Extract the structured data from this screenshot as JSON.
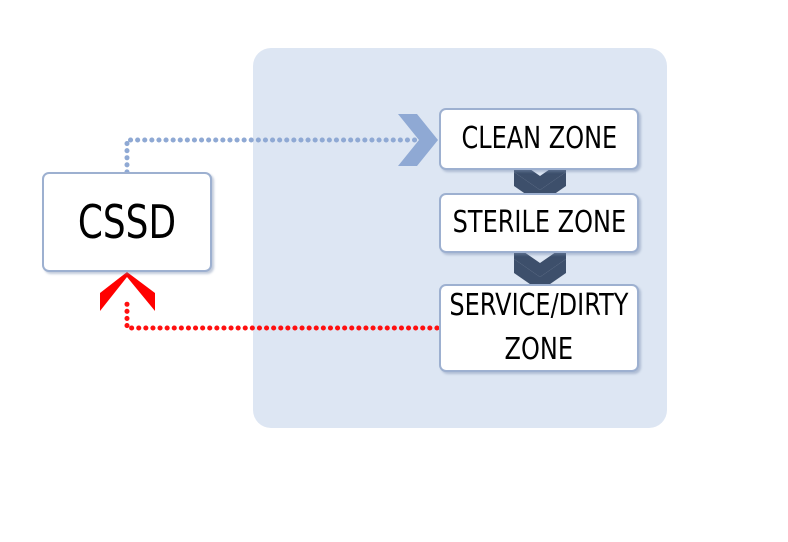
{
  "diagram": {
    "source_box": {
      "label": "CSSD"
    },
    "zones": [
      {
        "label": "CLEAN ZONE"
      },
      {
        "label": "STERILE ZONE"
      },
      {
        "label_line1": "SERVICE/DIRTY",
        "label_line2": "ZONE"
      }
    ],
    "colors": {
      "panel_background": "#dde6f3",
      "box_border": "#9db0d0",
      "outbound_arrow": "#8fa9d4",
      "return_arrow": "#ff0000",
      "flow_chevron": "#3d4f6b"
    }
  }
}
